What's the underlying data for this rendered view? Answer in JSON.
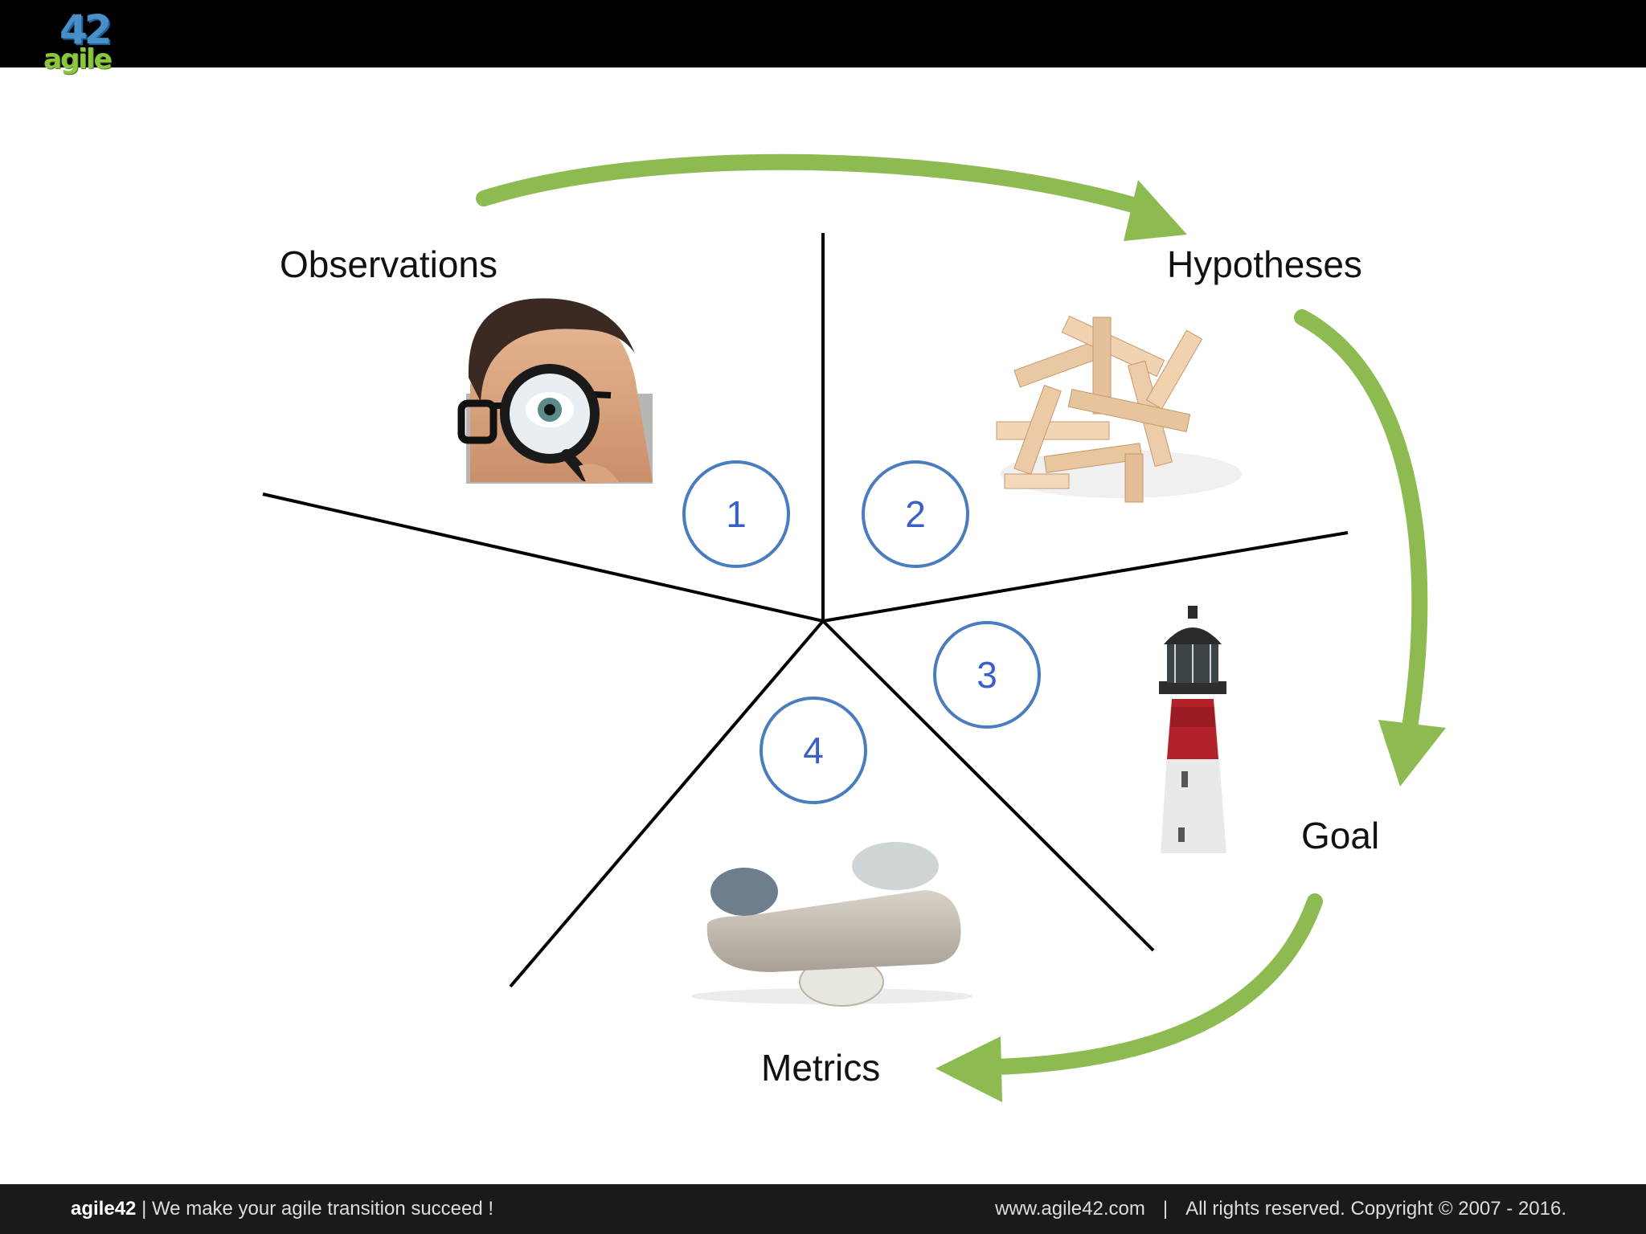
{
  "header": {
    "logo_number": "42",
    "logo_word": "agile"
  },
  "diagram": {
    "labels": {
      "observations": "Observations",
      "hypotheses": "Hypotheses",
      "goal": "Goal",
      "metrics": "Metrics"
    },
    "step_numbers": [
      "1",
      "2",
      "3",
      "4"
    ],
    "colors": {
      "arrow": "#8dbb52",
      "circle_stroke": "#4a7cc0",
      "step_number": "#3a5fc8",
      "line": "#000000"
    }
  },
  "footer": {
    "brand": "agile42",
    "tagline": "| We make your agile transition succeed !",
    "website": "www.agile42.com",
    "separator": "|",
    "copyright": "All rights reserved. Copyright © 2007 - 2016."
  }
}
